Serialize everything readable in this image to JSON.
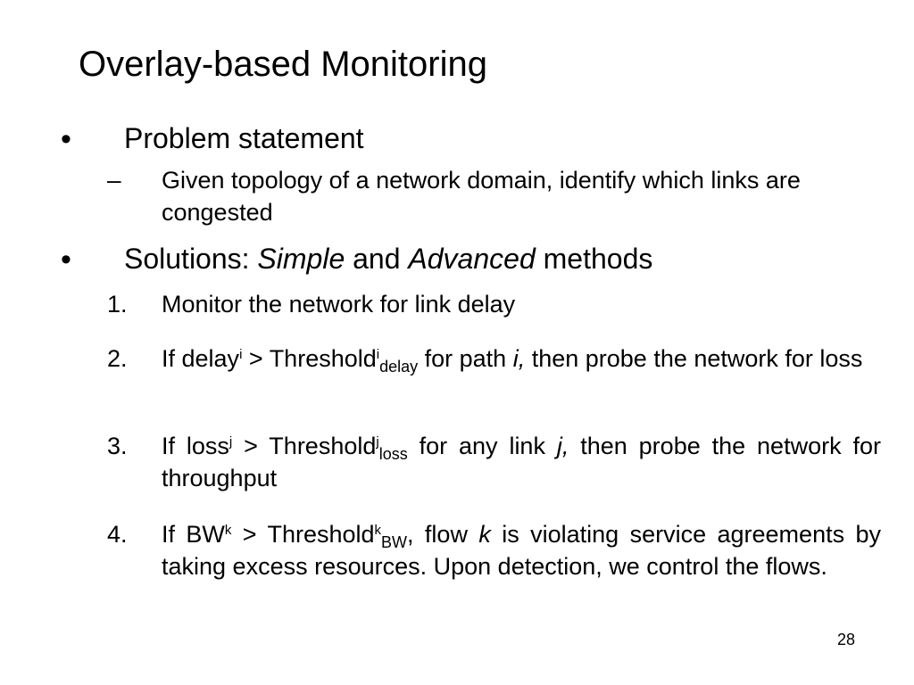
{
  "slide": {
    "title": "Overlay-based Monitoring",
    "page_number": "28",
    "bullets": [
      {
        "symbol": "•",
        "text": "Problem statement"
      },
      {
        "symbol": "•",
        "prefix": "Solutions: ",
        "em1": "Simple",
        "mid": " and ",
        "em2": "Advanced",
        "suffix": " methods"
      }
    ],
    "sub_bullet": {
      "symbol": "–",
      "text": "Given topology of a network domain, identify which links are congested"
    },
    "steps": [
      {
        "num": "1.",
        "text": "Monitor the network for link  delay"
      },
      {
        "num": "2.",
        "a": "If delay",
        "sup1": "i",
        "b": " > Threshold",
        "sup2": "i",
        "sub": "delay",
        "c": " for path ",
        "var": "i,",
        "d": "  then probe the network for loss"
      },
      {
        "num": "3.",
        "a": "If loss",
        "sup1": "j",
        "b": " > Threshold",
        "sup2": "j",
        "sub": "loss",
        "c": " for any link ",
        "var": "j,",
        "d": " then probe the network for throughput"
      },
      {
        "num": "4.",
        "a": "If BW",
        "sup1": "k",
        "b": " > Threshold",
        "sup2": "k",
        "sub": "BW",
        "c": ", flow ",
        "var": "k",
        "d": " is violating service agreements by taking excess resources. Upon detection, we control the flows."
      }
    ]
  }
}
